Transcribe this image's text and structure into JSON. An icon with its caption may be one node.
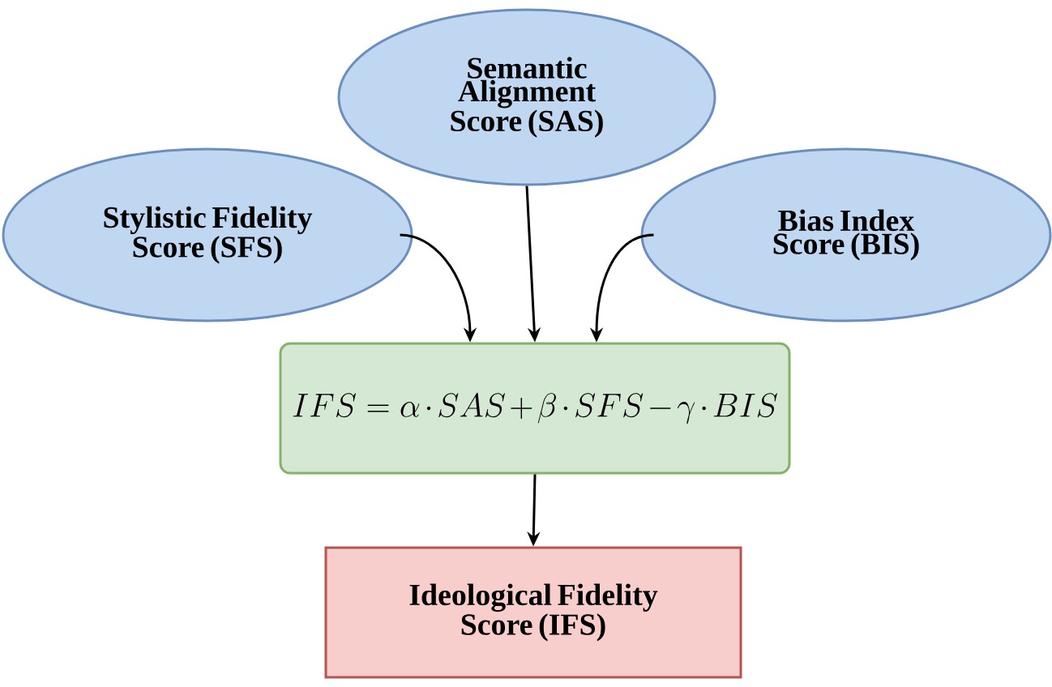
{
  "diagram": {
    "nodes": [
      {
        "text": [
          "Semantic Alignment Score (SAS)"
        ]
      },
      {
        "text": [
          "Stylistic Fidelity Score (SFS)"
        ]
      },
      {
        "text": [
          "Bias Index Score (BIS)"
        ]
      },
      {
        "text": [
          "IFS = \\alpha \\cdot SAS + \\beta \\cdot SFS - \\gamma \\cdot BIS"
        ]
      },
      {
        "text": [
          "Ideological Fidelity Score (IFS)"
        ]
      }
    ],
    "edges": [
      {
        "from": 1,
        "to": 3,
        "arrow": "to"
      },
      {
        "from": 0,
        "to": 3,
        "arrow": "to"
      },
      {
        "from": 2,
        "to": 3,
        "arrow": "to"
      },
      {
        "from": 3,
        "to": 4,
        "arrow": "to"
      }
    ]
  }
}
